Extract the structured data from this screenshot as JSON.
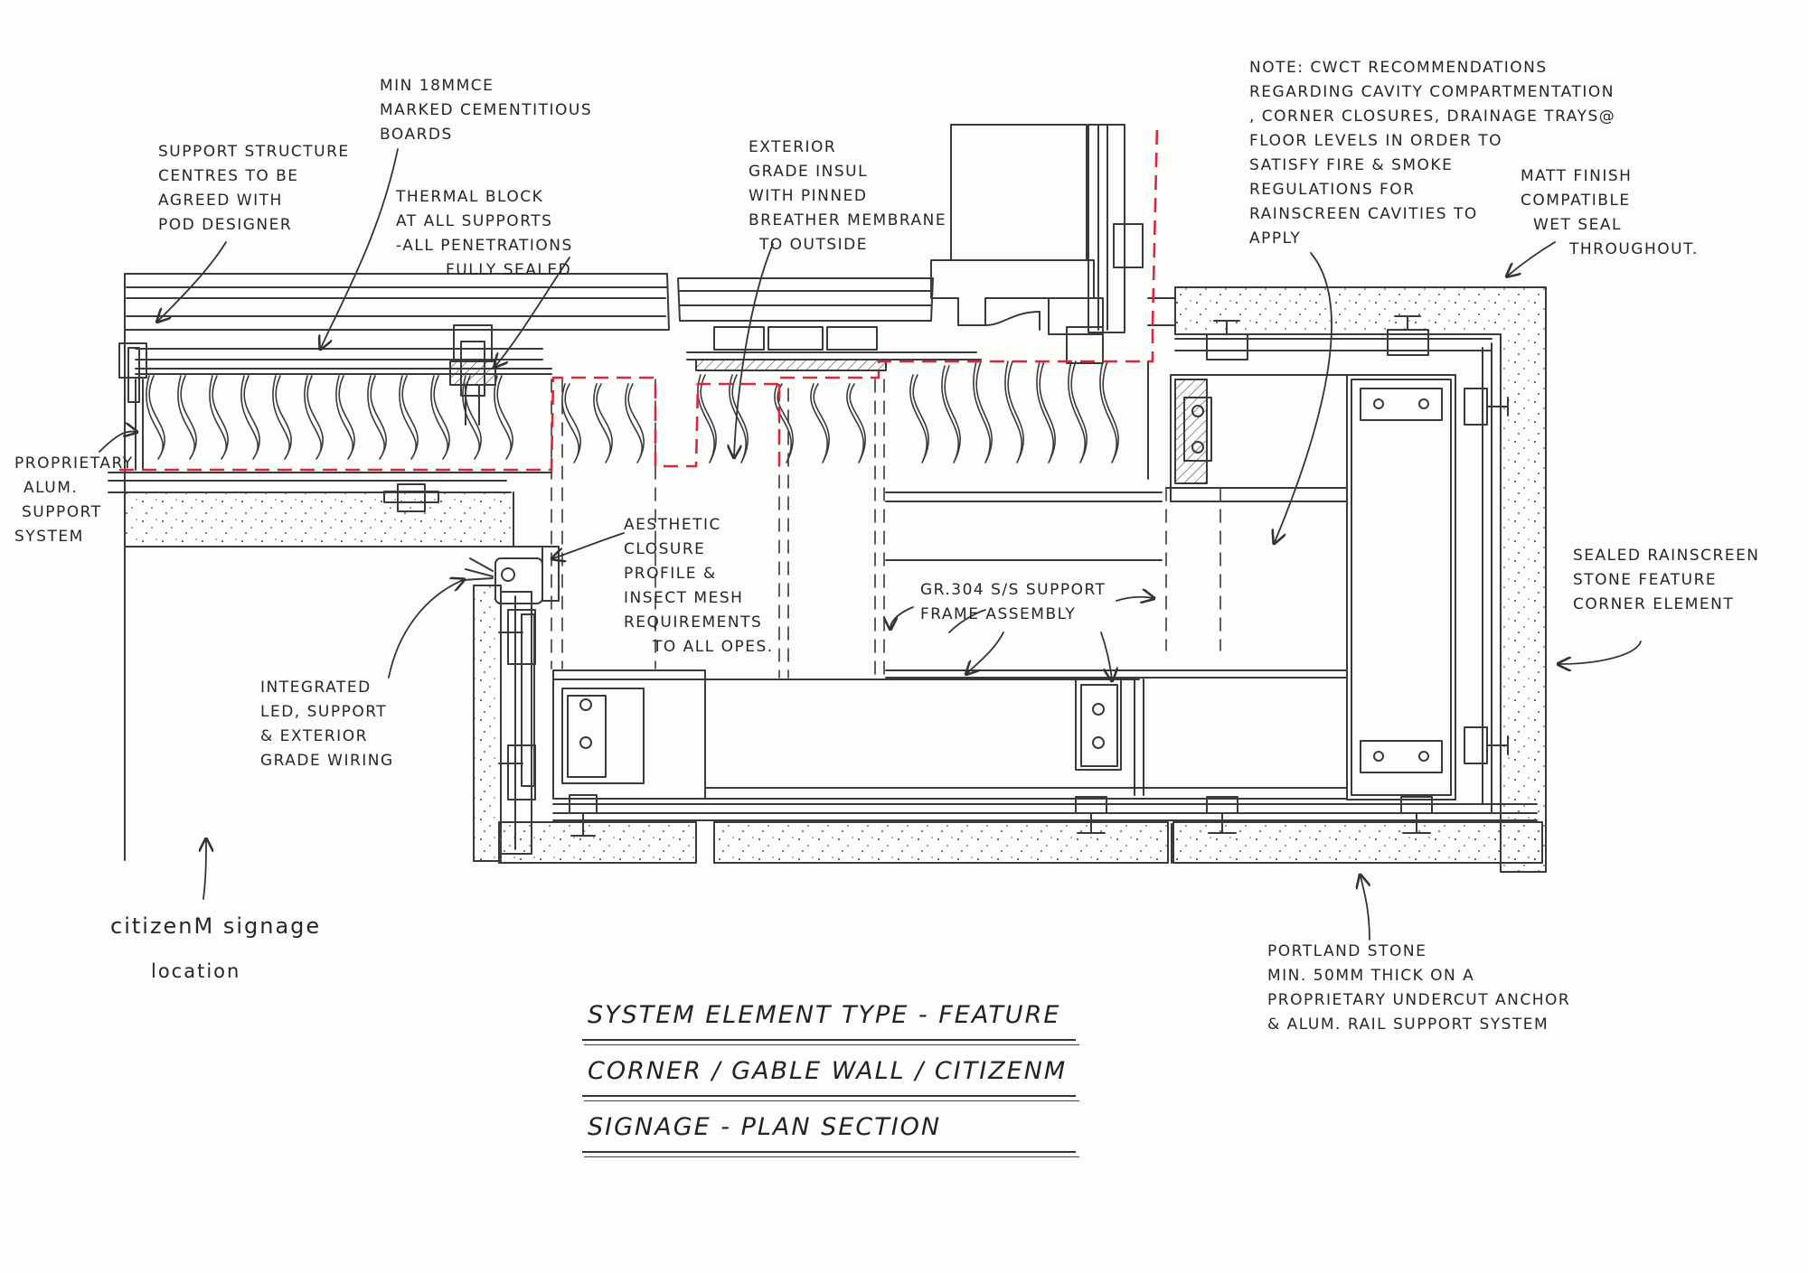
{
  "drawing": {
    "title_lines": [
      "System Element Type - Feature",
      "Corner / Gable Wall / citizenM",
      "Signage - Plan Section"
    ],
    "annotations": {
      "support_structure": [
        "Support structure",
        "centres to be",
        "agreed with",
        "pod designer"
      ],
      "cementitious_boards": [
        "Min 18mmCE",
        "marked cementitious",
        "boards"
      ],
      "thermal_block": [
        "Thermal block",
        "at all supports",
        "-all penetrations",
        "fully sealed"
      ],
      "exterior_insulation": [
        "Exterior",
        "grade insul",
        "with pinned",
        "breather membrane",
        "to outside"
      ],
      "cwct_note": [
        "Note: CWCT recommendations",
        "regarding cavity compartmentation",
        ", corner closures, drainage trays@",
        "floor levels in order to",
        "satisfy fire & smoke",
        "regulations for",
        "rainscreen cavities to",
        "apply"
      ],
      "matt_finish": [
        "Matt finish",
        "compatible",
        "wet seal",
        "throughout."
      ],
      "proprietary_alum": [
        "Proprietary",
        "alum.",
        "support",
        "system"
      ],
      "aesthetic_closure": [
        "Aesthetic",
        "closure",
        "profile &",
        "insect mesh",
        "requirements",
        "to all opes."
      ],
      "support_frame": [
        "GR.304 S/S support",
        "frame assembly"
      ],
      "sealed_rainscreen": [
        "Sealed rainscreen",
        "stone feature",
        "corner element"
      ],
      "integrated_led": [
        "Integrated",
        "LED, support",
        "& exterior",
        "grade wiring"
      ],
      "signage_location": [
        "citizenM signage",
        "location"
      ],
      "portland_stone": [
        "Portland stone",
        "min. 50mm thick on a",
        "proprietary undercut anchor",
        "& alum. rail support system"
      ]
    },
    "colors": {
      "ink": "#3a3a3a",
      "membrane_red": "#d8283c",
      "paper": "#fdfdfb"
    }
  }
}
